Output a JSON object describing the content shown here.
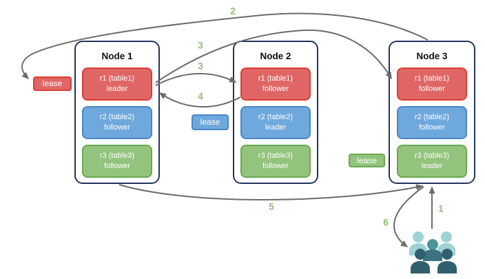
{
  "palette": {
    "node_border": "#22345c",
    "arrow": "#6b6b6b",
    "step_number": "#8fbc73",
    "red_fill": "#e06666",
    "red_border": "#dc3d33",
    "blue_fill": "#6fa8dc",
    "blue_border": "#4a86c8",
    "green_fill": "#93c47d",
    "green_border": "#69a84f",
    "users_light": "#9ed2d4",
    "users_medium_head": "#4f949c",
    "users_medium_body": "#3d7380",
    "users_dark": "#315f6d"
  },
  "icons": {
    "users": "users-group-icon"
  },
  "nodes": [
    {
      "title": "Node 1",
      "replicas": [
        {
          "name": "r1 (table1)",
          "role": "leader",
          "color": "red"
        },
        {
          "name": "r2 (table2)",
          "role": "follower",
          "color": "blue"
        },
        {
          "name": "r3 (table3)",
          "role": "follower",
          "color": "green"
        }
      ]
    },
    {
      "title": "Node 2",
      "replicas": [
        {
          "name": "r1 (table1)",
          "role": "follower",
          "color": "red"
        },
        {
          "name": "r2 (table2)",
          "role": "leader",
          "color": "blue"
        },
        {
          "name": "r3 (table3)",
          "role": "follower",
          "color": "green"
        }
      ]
    },
    {
      "title": "Node 3",
      "replicas": [
        {
          "name": "r1 (table1)",
          "role": "follower",
          "color": "red"
        },
        {
          "name": "r2 (table2)",
          "role": "follower",
          "color": "blue"
        },
        {
          "name": "r3 (table3)",
          "role": "leader",
          "color": "green"
        }
      ]
    }
  ],
  "leases": [
    {
      "label": "lease",
      "color": "red"
    },
    {
      "label": "lease",
      "color": "blue"
    },
    {
      "label": "lease",
      "color": "green"
    }
  ],
  "steps": {
    "s1": "1",
    "s2": "2",
    "s3a": "3",
    "s3b": "3",
    "s4": "4",
    "s5": "5",
    "s6": "6"
  }
}
